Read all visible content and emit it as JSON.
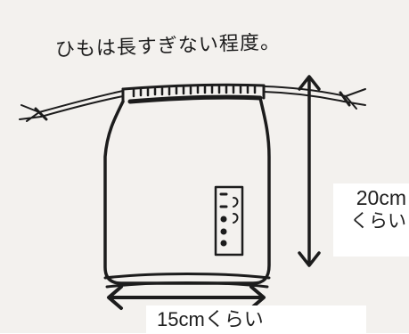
{
  "note": "ひもは長すぎない程度。",
  "height_label": {
    "value": "20cm",
    "suffix": "くらい"
  },
  "width_label": {
    "value": "15cm",
    "suffix": "くらい"
  },
  "colors": {
    "paper": "#f3f1ee",
    "ink": "#1c1c1c",
    "label_background": "#ffffff"
  }
}
